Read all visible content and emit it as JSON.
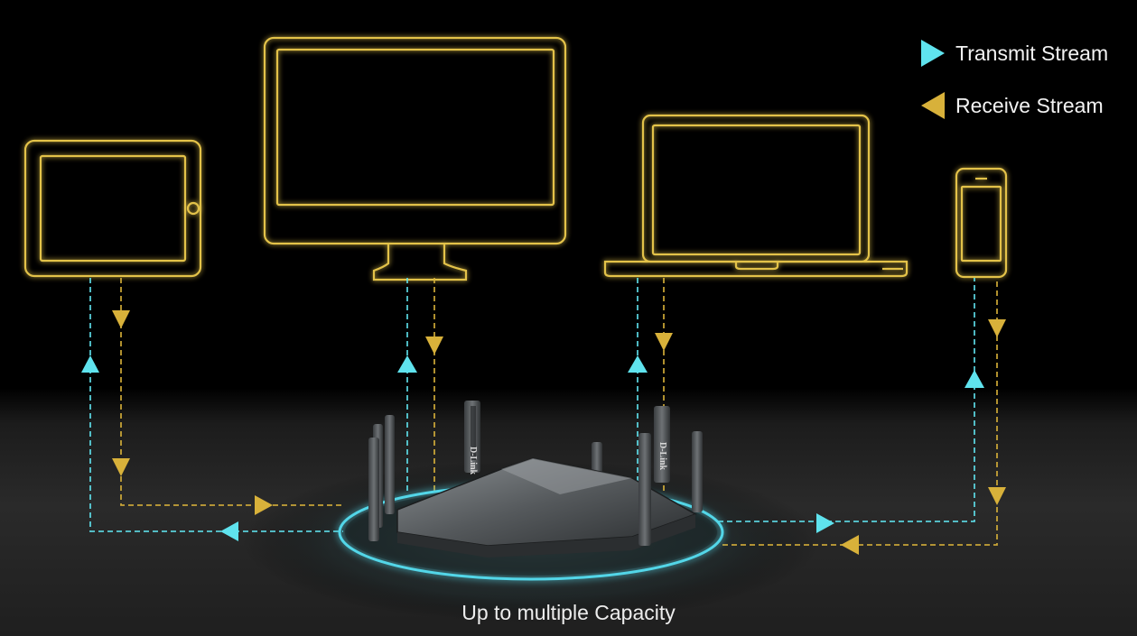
{
  "legend": {
    "transmit_label": "Transmit Stream",
    "receive_label": "Receive Stream",
    "transmit_color": "#5fe3ee",
    "receive_color": "#d8b13a"
  },
  "caption": "Up to multiple Capacity",
  "router": {
    "brand_text": "D-Link",
    "ring_color": "#52d6e8"
  },
  "devices": [
    "tablet-icon",
    "desktop-monitor-icon",
    "laptop-icon",
    "smartphone-icon"
  ],
  "colors": {
    "outline_gold": "#e3c24a",
    "background": "#000000"
  }
}
